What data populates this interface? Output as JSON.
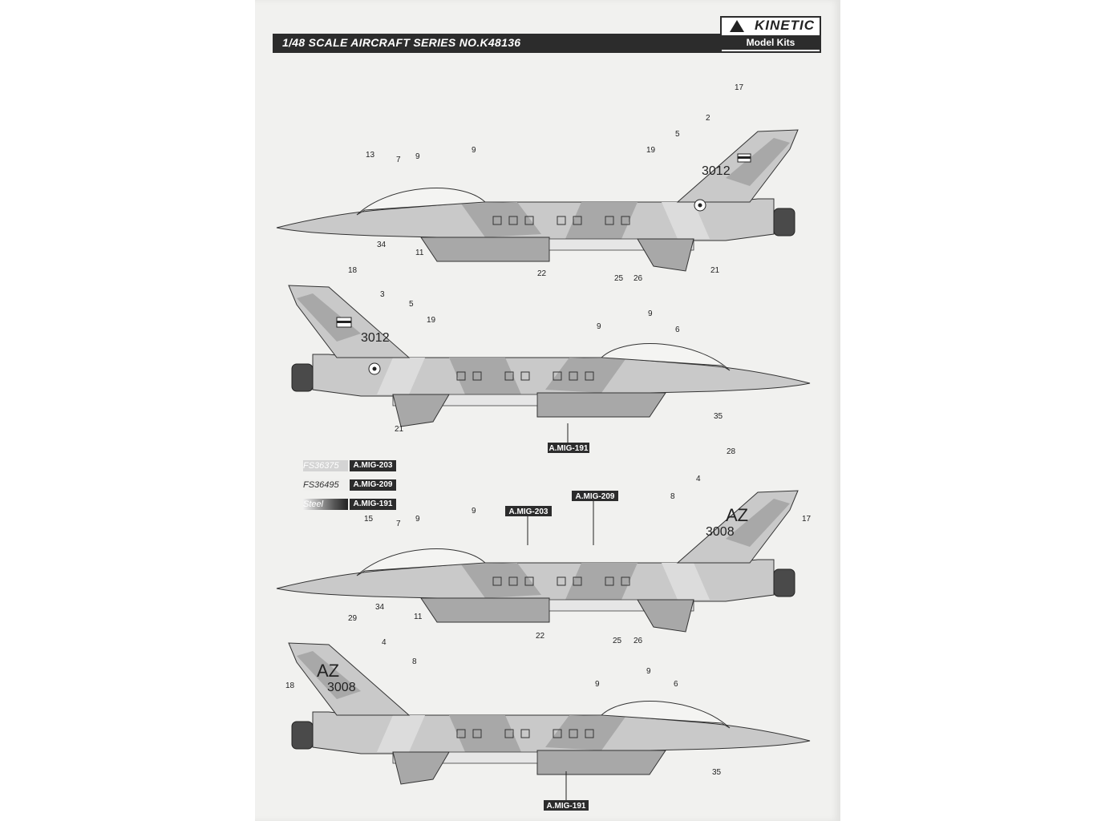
{
  "header": {
    "title": "1/48 SCALE  AIRCRAFT  SERIES NO.K48136",
    "brand": "KINETIC",
    "brand_sub": "Model Kits"
  },
  "colors": {
    "light_grey": "#c9c9c9",
    "mid_grey": "#a8a8a8",
    "dark_steel": "#4a4a4a",
    "ink": "#222222"
  },
  "legend": [
    {
      "code": "FS36375",
      "paint": "A.MIG-203"
    },
    {
      "code": "FS36495",
      "paint": "A.MIG-209"
    },
    {
      "code": "Steel",
      "paint": "A.MIG-191"
    }
  ],
  "views": [
    {
      "serial": "3012",
      "code": "",
      "facing": "left",
      "callouts": [
        "17",
        "2",
        "5",
        "19",
        "9",
        "13",
        "7",
        "9",
        "34",
        "11",
        "22",
        "25",
        "26",
        "21"
      ]
    },
    {
      "serial": "3012",
      "code": "",
      "facing": "right",
      "callouts": [
        "18",
        "3",
        "5",
        "19",
        "9",
        "9",
        "6",
        "35",
        "21"
      ],
      "tags": [
        "A.MIG-191"
      ]
    },
    {
      "serial": "3008",
      "code": "AZ",
      "facing": "left",
      "callouts": [
        "28",
        "4",
        "8",
        "17",
        "15",
        "7",
        "9",
        "9",
        "34",
        "11",
        "22",
        "25",
        "26"
      ],
      "tags": [
        "A.MIG-203",
        "A.MIG-209"
      ]
    },
    {
      "serial": "3008",
      "code": "AZ",
      "facing": "right",
      "callouts": [
        "29",
        "4",
        "8",
        "18",
        "9",
        "9",
        "6",
        "35"
      ],
      "tags": [
        "A.MIG-191"
      ]
    }
  ]
}
